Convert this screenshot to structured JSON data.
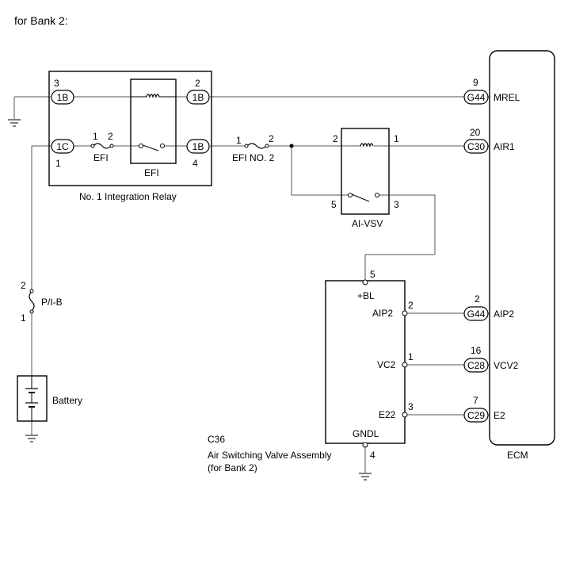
{
  "title": "for Bank 2:",
  "relay": {
    "name": "No. 1 Integration Relay",
    "conn_3": "1B",
    "pin_3": "3",
    "conn_2": "1B",
    "pin_2": "2",
    "conn_1c": "1C",
    "pin_1": "1",
    "conn_4": "1B",
    "pin_4": "4",
    "efi_fuse": "EFI",
    "efi_fuse_pin1": "1",
    "efi_fuse_pin2": "2",
    "efi_relay": "EFI"
  },
  "efi_no2": {
    "label": "EFI NO. 2",
    "pin1": "1",
    "pin2": "2"
  },
  "ai_vsv": {
    "label": "AI-VSV",
    "pin1": "1",
    "pin2": "2",
    "pin3": "3",
    "pin5": "5"
  },
  "pib": {
    "label": "P/I-B",
    "pin2": "2",
    "pin1": "1"
  },
  "battery": {
    "label": "Battery"
  },
  "asv": {
    "code": "C36",
    "name_line1": "Air Switching Valve Assembly",
    "name_line2": "(for Bank 2)",
    "bl_label": "+BL",
    "bl_pin": "5",
    "aip2_label": "AIP2",
    "aip2_pin": "2",
    "vc2_label": "VC2",
    "vc2_pin": "1",
    "e22_label": "E22",
    "e22_pin": "3",
    "gndl_label": "GNDL",
    "gndl_pin": "4"
  },
  "ecm": {
    "label": "ECM",
    "pins": [
      {
        "conn": "G44",
        "pin": "9",
        "label": "MREL"
      },
      {
        "conn": "C30",
        "pin": "20",
        "label": "AIR1"
      },
      {
        "conn": "G44",
        "pin": "2",
        "label": "AIP2"
      },
      {
        "conn": "C28",
        "pin": "16",
        "label": "VCV2"
      },
      {
        "conn": "C29",
        "pin": "7",
        "label": "E2"
      }
    ]
  }
}
